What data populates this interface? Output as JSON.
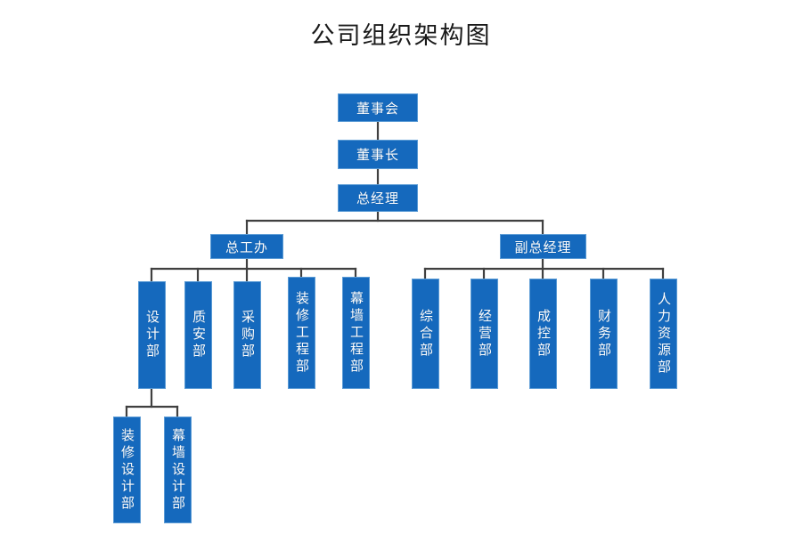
{
  "title": "公司组织架构图",
  "colors": {
    "node_fill": "#1569bd",
    "node_border": "#5b9bd5",
    "node_text": "#ffffff",
    "connector": "#404040",
    "background": "#ffffff",
    "title_text": "#1a1a1a"
  },
  "chart_data": {
    "type": "diagram",
    "diagram_type": "organizational-chart",
    "title": "公司组织架构图",
    "orientation": "top-down",
    "levels": 5,
    "node_count": 18,
    "nodes": [
      {
        "id": "board",
        "label": "董事会",
        "level": 0,
        "parent": null,
        "orientation": "horizontal"
      },
      {
        "id": "chairman",
        "label": "董事长",
        "level": 1,
        "parent": "board",
        "orientation": "horizontal"
      },
      {
        "id": "gm",
        "label": "总经理",
        "level": 2,
        "parent": "chairman",
        "orientation": "horizontal"
      },
      {
        "id": "chief_eng",
        "label": "总工办",
        "level": 3,
        "parent": "gm",
        "orientation": "horizontal"
      },
      {
        "id": "deputy_gm",
        "label": "副总经理",
        "level": 3,
        "parent": "gm",
        "orientation": "horizontal"
      },
      {
        "id": "design",
        "label": "设计部",
        "level": 4,
        "parent": "chief_eng",
        "orientation": "vertical"
      },
      {
        "id": "quality",
        "label": "质安部",
        "level": 4,
        "parent": "chief_eng",
        "orientation": "vertical"
      },
      {
        "id": "purchase",
        "label": "采购部",
        "level": 4,
        "parent": "chief_eng",
        "orientation": "vertical"
      },
      {
        "id": "deco_eng",
        "label": "装修工程部",
        "level": 4,
        "parent": "chief_eng",
        "orientation": "vertical"
      },
      {
        "id": "curtain_eng",
        "label": "幕墙工程部",
        "level": 4,
        "parent": "chief_eng",
        "orientation": "vertical"
      },
      {
        "id": "general",
        "label": "综合部",
        "level": 4,
        "parent": "deputy_gm",
        "orientation": "vertical"
      },
      {
        "id": "business",
        "label": "经营部",
        "level": 4,
        "parent": "deputy_gm",
        "orientation": "vertical"
      },
      {
        "id": "cost_ctrl",
        "label": "成控部",
        "level": 4,
        "parent": "deputy_gm",
        "orientation": "vertical"
      },
      {
        "id": "finance",
        "label": "财务部",
        "level": 4,
        "parent": "deputy_gm",
        "orientation": "vertical"
      },
      {
        "id": "hr",
        "label": "人力资源部",
        "level": 4,
        "parent": "deputy_gm",
        "orientation": "vertical"
      },
      {
        "id": "deco_design",
        "label": "装修设计部",
        "level": 5,
        "parent": "design",
        "orientation": "vertical"
      },
      {
        "id": "curtain_design",
        "label": "幕墙设计部",
        "level": 5,
        "parent": "design",
        "orientation": "vertical"
      }
    ],
    "edges": [
      {
        "from": "board",
        "to": "chairman"
      },
      {
        "from": "chairman",
        "to": "gm"
      },
      {
        "from": "gm",
        "to": "chief_eng"
      },
      {
        "from": "gm",
        "to": "deputy_gm"
      },
      {
        "from": "chief_eng",
        "to": "design"
      },
      {
        "from": "chief_eng",
        "to": "quality"
      },
      {
        "from": "chief_eng",
        "to": "purchase"
      },
      {
        "from": "chief_eng",
        "to": "deco_eng"
      },
      {
        "from": "chief_eng",
        "to": "curtain_eng"
      },
      {
        "from": "deputy_gm",
        "to": "general"
      },
      {
        "from": "deputy_gm",
        "to": "business"
      },
      {
        "from": "deputy_gm",
        "to": "cost_ctrl"
      },
      {
        "from": "deputy_gm",
        "to": "finance"
      },
      {
        "from": "deputy_gm",
        "to": "hr"
      },
      {
        "from": "design",
        "to": "deco_design"
      },
      {
        "from": "design",
        "to": "curtain_design"
      }
    ]
  },
  "nodes": {
    "board": "董事会",
    "chairman": "董事长",
    "gm": "总经理",
    "chief_eng": "总工办",
    "deputy_gm": "副总经理",
    "design": "设计部",
    "quality": "质安部",
    "purchase": "采购部",
    "deco_eng": "装修工程部",
    "curtain_eng": "幕墙工程部",
    "general": "综合部",
    "business": "经营部",
    "cost_ctrl": "成控部",
    "finance": "财务部",
    "hr": "人力资源部",
    "deco_design": "装修设计部",
    "curtain_design": "幕墙设计部"
  }
}
